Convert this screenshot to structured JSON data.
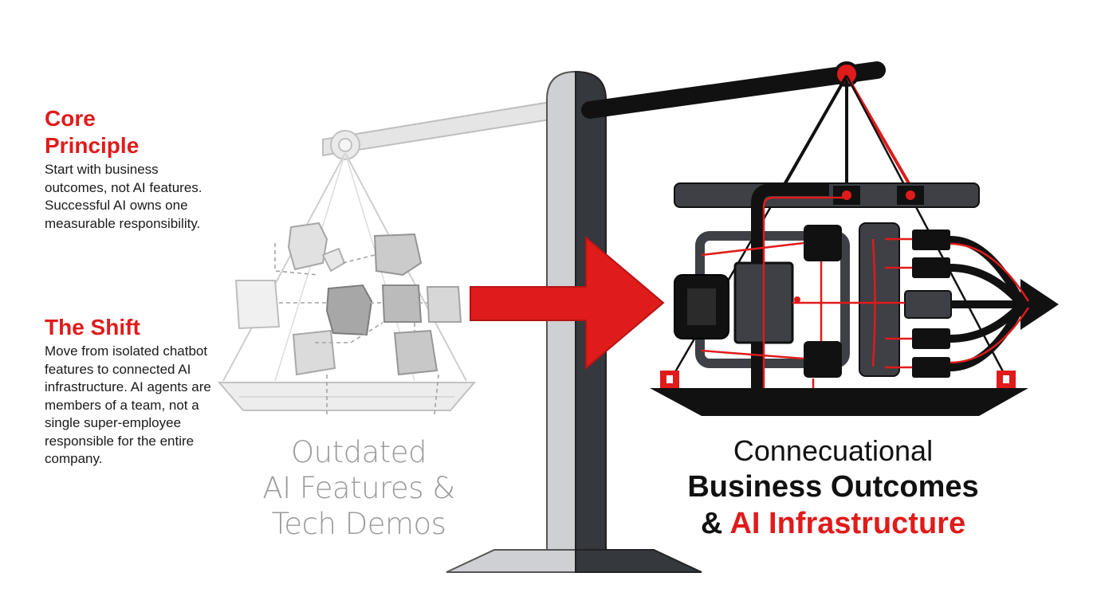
{
  "core_principle": {
    "title_line1": "Core",
    "title_line2": "Principle",
    "body": "Start with business outcomes, not AI features. Successful AI owns one measurable responsibility."
  },
  "the_shift": {
    "title": "The Shift",
    "body": "Move from isolated chatbot features to connected AI infrastructure. AI agents are members of a team, not a single super-employee responsible for the entire company."
  },
  "left_label": {
    "line1": "Outdated",
    "line2": "AI Features &",
    "line3": "Tech Demos"
  },
  "right_label": {
    "line1": "Connecuational",
    "line2": "Business Outcomes",
    "line3_amp": "&",
    "line3_accent": "AI Infrastructure"
  },
  "colors": {
    "accent": "#e01b1b",
    "dark": "#1a1a1a",
    "faded": "#b5b5b5",
    "pillar_dark": "#35383d",
    "pillar_light": "#cfd0d3"
  },
  "icons": [
    "balance-scale",
    "arrow-right-icon",
    "connected-infrastructure-icon",
    "scattered-blocks-icon"
  ]
}
